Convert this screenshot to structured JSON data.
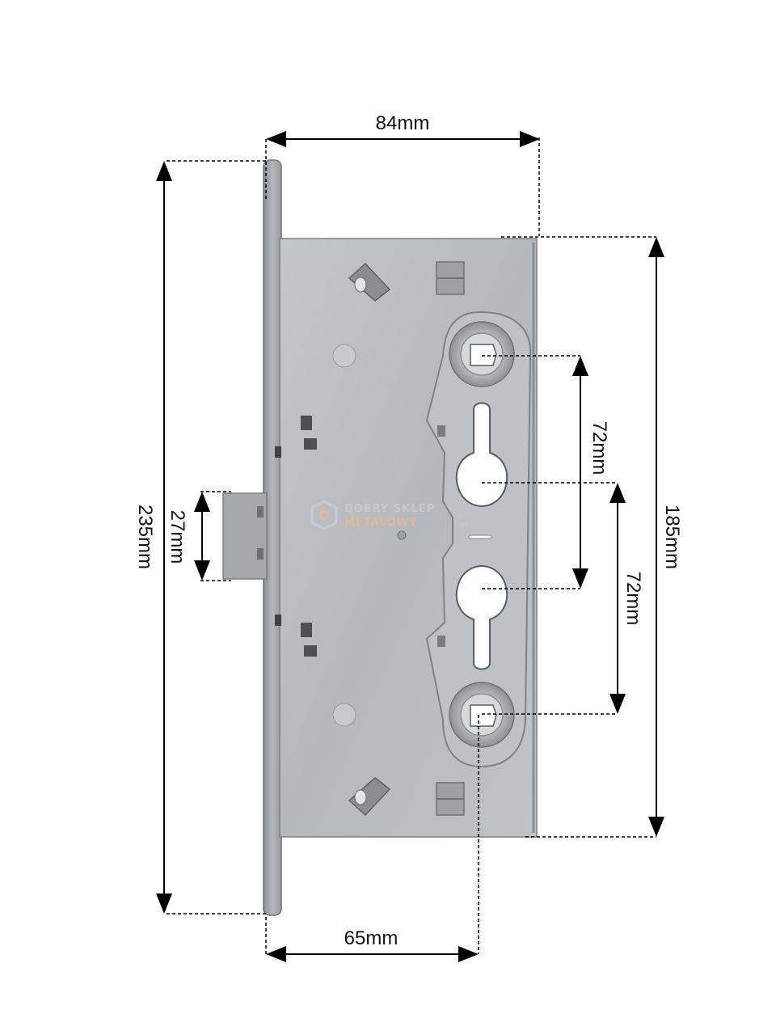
{
  "dimensions": {
    "top_width": "84mm",
    "total_height": "235mm",
    "latch_height": "27mm",
    "case_height": "185mm",
    "spacing_upper": "72mm",
    "spacing_lower": "72mm",
    "backset": "65mm"
  },
  "watermark": {
    "line1": "DOBRY SKLEP",
    "line2": "METALOWY",
    "suffix": ".pl"
  },
  "colors": {
    "metal": "#b9bcbf",
    "faceplate": "#a9acae",
    "dimension_line": "#000000",
    "watermark_orange": "#e9b98a"
  }
}
